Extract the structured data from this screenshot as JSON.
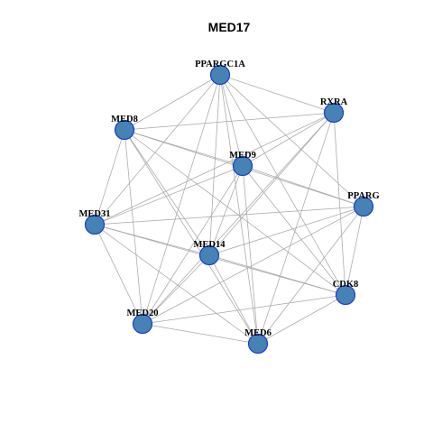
{
  "title": "MED17",
  "colors": {
    "background": "#ffffff",
    "edge": "#a8a8a8",
    "node_fill": "#4682b4",
    "node_stroke": "#1a3fcc",
    "label": "#000000"
  },
  "nodes": [
    {
      "id": "PPARGC1A",
      "label": "PPARGC1A"
    },
    {
      "id": "RXRA",
      "label": "RXRA"
    },
    {
      "id": "MED8",
      "label": "MED8"
    },
    {
      "id": "MED9",
      "label": "MED9"
    },
    {
      "id": "PPARG",
      "label": "PPARG"
    },
    {
      "id": "MED31",
      "label": "MED31"
    },
    {
      "id": "MED14",
      "label": "MED14"
    },
    {
      "id": "CDK8",
      "label": "CDK8"
    },
    {
      "id": "MED20",
      "label": "MED20"
    },
    {
      "id": "MED6",
      "label": "MED6"
    }
  ],
  "edges": [
    [
      "PPARGC1A",
      "RXRA"
    ],
    [
      "PPARGC1A",
      "MED8"
    ],
    [
      "PPARGC1A",
      "MED9"
    ],
    [
      "PPARGC1A",
      "PPARG"
    ],
    [
      "PPARGC1A",
      "MED31"
    ],
    [
      "PPARGC1A",
      "MED14"
    ],
    [
      "PPARGC1A",
      "CDK8"
    ],
    [
      "PPARGC1A",
      "MED20"
    ],
    [
      "PPARGC1A",
      "MED6"
    ],
    [
      "RXRA",
      "MED8"
    ],
    [
      "RXRA",
      "MED9"
    ],
    [
      "RXRA",
      "MED31"
    ],
    [
      "RXRA",
      "MED14"
    ],
    [
      "RXRA",
      "CDK8"
    ],
    [
      "RXRA",
      "MED20"
    ],
    [
      "RXRA",
      "MED6"
    ],
    [
      "MED8",
      "MED9"
    ],
    [
      "MED8",
      "PPARG"
    ],
    [
      "MED8",
      "MED31"
    ],
    [
      "MED8",
      "MED14"
    ],
    [
      "MED8",
      "CDK8"
    ],
    [
      "MED8",
      "MED20"
    ],
    [
      "MED8",
      "MED6"
    ],
    [
      "MED9",
      "PPARG"
    ],
    [
      "MED9",
      "MED31"
    ],
    [
      "MED9",
      "MED14"
    ],
    [
      "MED9",
      "CDK8"
    ],
    [
      "MED9",
      "MED20"
    ],
    [
      "MED9",
      "MED6"
    ],
    [
      "PPARG",
      "MED31"
    ],
    [
      "PPARG",
      "MED14"
    ],
    [
      "PPARG",
      "CDK8"
    ],
    [
      "PPARG",
      "MED20"
    ],
    [
      "PPARG",
      "MED6"
    ],
    [
      "MED31",
      "MED14"
    ],
    [
      "MED31",
      "CDK8"
    ],
    [
      "MED31",
      "MED20"
    ],
    [
      "MED31",
      "MED6"
    ],
    [
      "MED14",
      "CDK8"
    ],
    [
      "MED14",
      "MED20"
    ],
    [
      "MED14",
      "MED6"
    ],
    [
      "CDK8",
      "MED20"
    ],
    [
      "CDK8",
      "MED6"
    ],
    [
      "MED20",
      "MED6"
    ]
  ]
}
